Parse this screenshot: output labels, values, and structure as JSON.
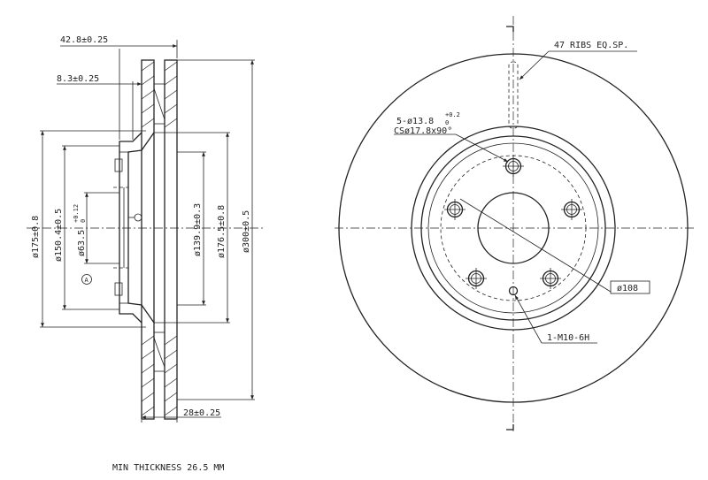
{
  "side_view": {
    "dim_width": "42.8±0.25",
    "dim_hat_thickness": "8.3±0.25",
    "dim_rotor_thickness": "28±0.25",
    "dia_175": "ø175±0.8",
    "dia_150": "ø150.4±0.5",
    "dia_63_main": "ø63.5",
    "dia_63_tol": "+0.12",
    "dia_63_tol_base": "0",
    "dia_139": "ø139.9±0.3",
    "dia_176": "ø176.5±0.8",
    "dia_300": "ø300±0.5",
    "datum_label": "A"
  },
  "front_view": {
    "ribs_note": "47 RIBS EQ.SP.",
    "bolt_holes_main": "5-ø13.8",
    "bolt_holes_tol_upper": "+0.2",
    "bolt_holes_tol_lower": "0",
    "countersink": "CSø17.8x90°",
    "pcd_label": "ø108",
    "thread_label": "1-M10-6H"
  },
  "footer": {
    "min_thickness": "MIN THICKNESS 26.5 MM"
  }
}
